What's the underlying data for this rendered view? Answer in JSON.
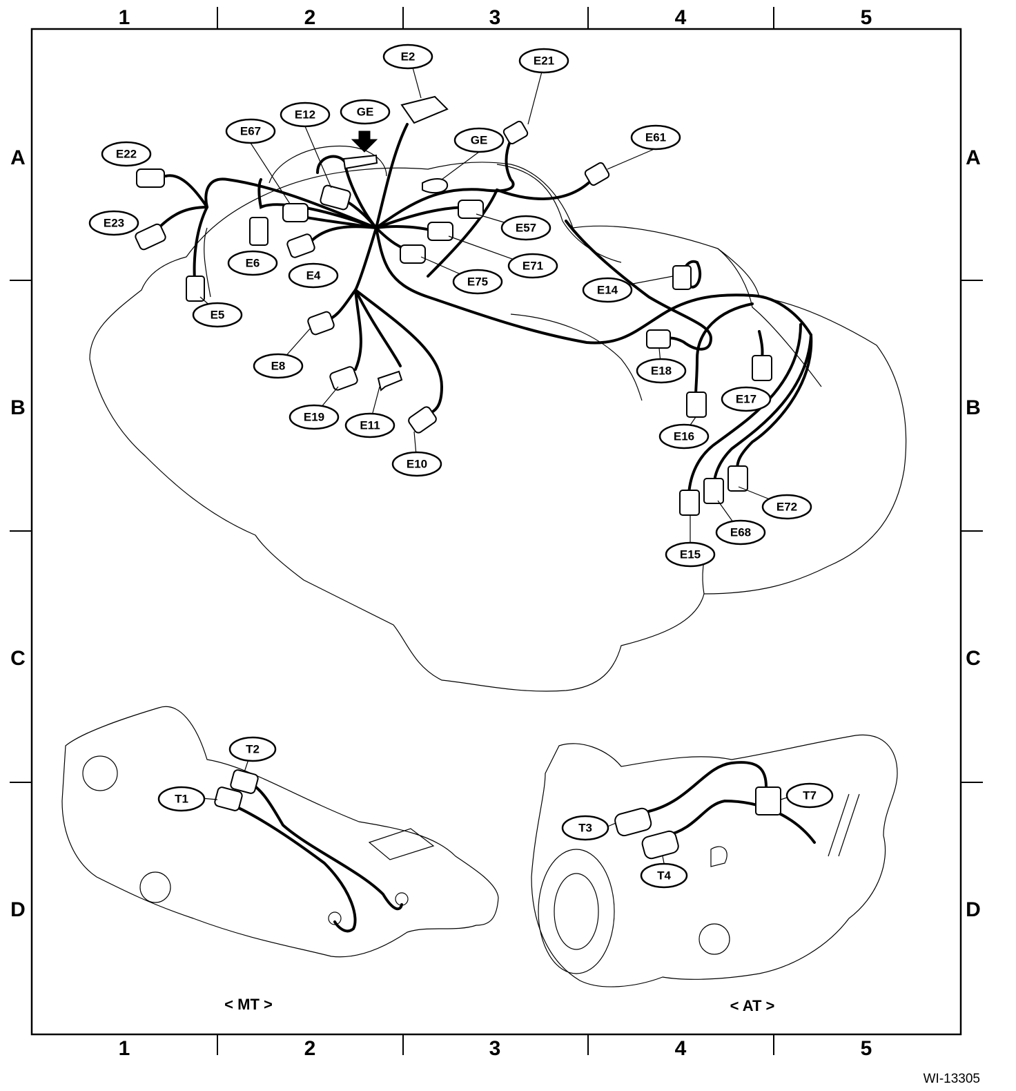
{
  "grid": {
    "columns": [
      "1",
      "2",
      "3",
      "4",
      "5"
    ],
    "rows": [
      "A",
      "B",
      "C",
      "D"
    ]
  },
  "connectors": [
    {
      "id": "e2",
      "label": "E2"
    },
    {
      "id": "e21",
      "label": "E21"
    },
    {
      "id": "e12",
      "label": "E12"
    },
    {
      "id": "ge1",
      "label": "GE"
    },
    {
      "id": "ge2",
      "label": "GE"
    },
    {
      "id": "e67",
      "label": "E67"
    },
    {
      "id": "e61",
      "label": "E61"
    },
    {
      "id": "e22",
      "label": "E22"
    },
    {
      "id": "e23",
      "label": "E23"
    },
    {
      "id": "e57",
      "label": "E57"
    },
    {
      "id": "e6",
      "label": "E6"
    },
    {
      "id": "e71",
      "label": "E71"
    },
    {
      "id": "e4",
      "label": "E4"
    },
    {
      "id": "e75",
      "label": "E75"
    },
    {
      "id": "e5",
      "label": "E5"
    },
    {
      "id": "e14",
      "label": "E14"
    },
    {
      "id": "e8",
      "label": "E8"
    },
    {
      "id": "e18",
      "label": "E18"
    },
    {
      "id": "e17",
      "label": "E17"
    },
    {
      "id": "e19",
      "label": "E19"
    },
    {
      "id": "e11",
      "label": "E11"
    },
    {
      "id": "e16",
      "label": "E16"
    },
    {
      "id": "e10",
      "label": "E10"
    },
    {
      "id": "e72",
      "label": "E72"
    },
    {
      "id": "e68",
      "label": "E68"
    },
    {
      "id": "e15",
      "label": "E15"
    },
    {
      "id": "t2",
      "label": "T2"
    },
    {
      "id": "t1",
      "label": "T1"
    },
    {
      "id": "t7",
      "label": "T7"
    },
    {
      "id": "t3",
      "label": "T3"
    },
    {
      "id": "t4",
      "label": "T4"
    }
  ],
  "views": {
    "mt": "< MT >",
    "at": "< AT >"
  },
  "figure_id": "WI-13305"
}
